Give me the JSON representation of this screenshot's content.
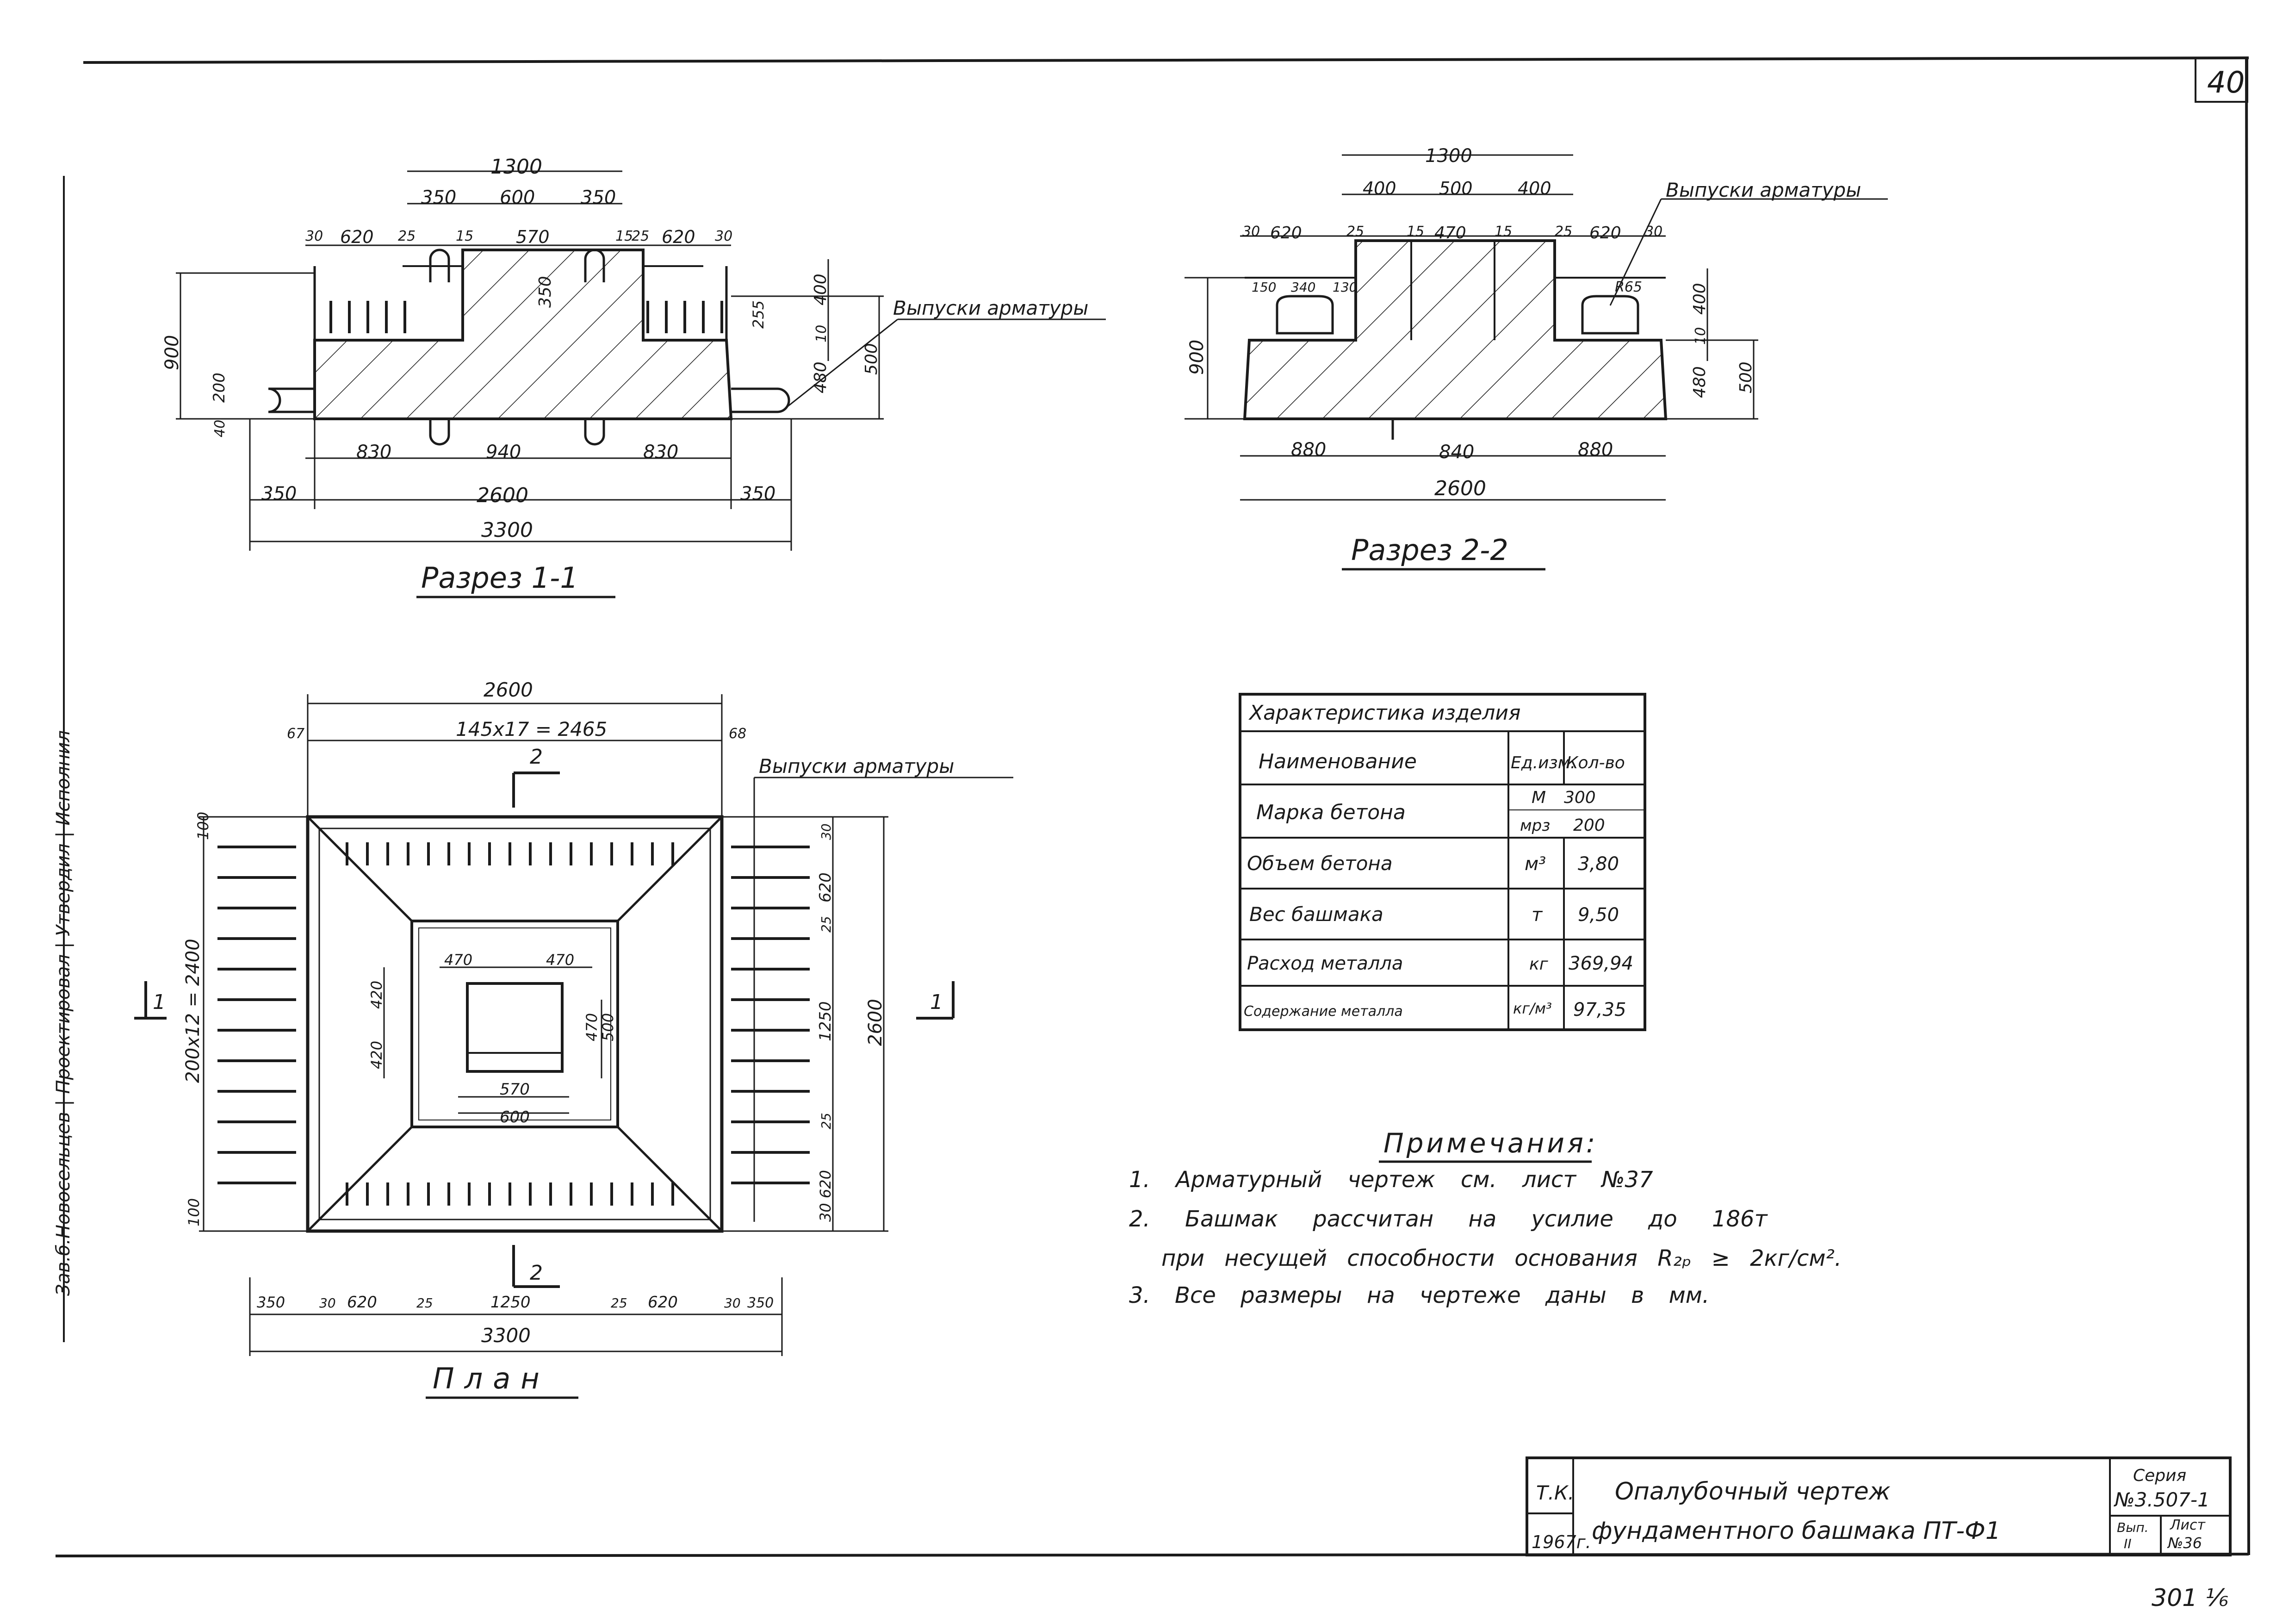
{
  "sheet": {
    "page_number": "40",
    "bottom_mark": "301 ⅟₆",
    "side_stamp": "Зав.б.Новосельцев | Проектировал | Утвердил | Исполнил"
  },
  "section_1_1": {
    "title": "Разрез 1-1",
    "label_rebar": "Выпуски арматуры",
    "top_total": "1300",
    "top_parts": [
      "350",
      "600",
      "350"
    ],
    "upper_row": [
      "30",
      "620",
      "25",
      "15",
      "570",
      "15",
      "25",
      "620",
      "30"
    ],
    "dim_left_height": "900",
    "dim_left_small": "200",
    "dim_left_bottom": "40",
    "inner_step": "350",
    "right_dims": [
      "10",
      "400",
      "480",
      "500",
      "255"
    ],
    "bottom_parts": [
      "830",
      "940",
      "830"
    ],
    "bottom_mid": [
      "350",
      "2600",
      "350"
    ],
    "bottom_total": "3300"
  },
  "section_2_2": {
    "title": "Разрез 2-2",
    "label_rebar": "Выпуски арматуры",
    "top_total": "1300",
    "top_parts": [
      "400",
      "500",
      "400"
    ],
    "upper_row": [
      "30",
      "620",
      "25",
      "15",
      "470",
      "15",
      "25",
      "620",
      "30"
    ],
    "lower_row": [
      "150",
      "340",
      "130"
    ],
    "rad_label": "R65",
    "dim_left_height": "900",
    "right_dims": [
      "10",
      "400",
      "480",
      "500"
    ],
    "bottom_parts": [
      "880",
      "840",
      "880"
    ],
    "bottom_total": "2600"
  },
  "plan": {
    "title": "План",
    "label_rebar": "Выпуски арматуры",
    "top_total": "2600",
    "top_step": "145x17 = 2465",
    "side_left_small": "67",
    "side_right_small": "68",
    "section_marker_top": "2",
    "section_marker_bottom": "2",
    "section_marker_left": "1",
    "section_marker_right": "1",
    "left_total": "200x12 = 2400",
    "left_top": "100",
    "left_bottom": "100",
    "right_parts": [
      "30",
      "620",
      "25",
      "1250",
      "25",
      "30 620"
    ],
    "right_total": "2600",
    "inner_top": [
      "470",
      "470"
    ],
    "inner_left": [
      "420",
      "420"
    ],
    "inner_right": [
      "470",
      "500"
    ],
    "inner_bottom_1": "570",
    "inner_bottom_2": "600",
    "bottom_row": [
      "350",
      "30",
      "620",
      "25",
      "1250",
      "25",
      "620",
      "30",
      "350"
    ],
    "bottom_total": "3300"
  },
  "spec_table": {
    "title": "Характеристика изделия",
    "headers": [
      "Наименование",
      "Ед.изм.",
      "Кол-во"
    ],
    "rows": [
      {
        "name": "Марка бетона",
        "unit_a": "М",
        "val_a": "300",
        "unit_b": "мрз",
        "val_b": "200"
      },
      {
        "name": "Объем бетона",
        "unit": "м³",
        "value": "3,80"
      },
      {
        "name": "Вес башмака",
        "unit": "т",
        "value": "9,50"
      },
      {
        "name": "Расход металла",
        "unit": "кг",
        "value": "369,94"
      },
      {
        "name": "Содержание металла",
        "unit": "кг/м³",
        "value": "97,35"
      }
    ]
  },
  "notes": {
    "title": "Примечания:",
    "items": [
      "1. Арматурный  чертеж  см.  лист №37",
      "2. Башмак  рассчитан  на  усилие до 186т",
      "при  несущей  способности  основания R₂ₚ ≥ 2кг/см².",
      "3. Все  размеры  на  чертеже  даны  в  мм."
    ]
  },
  "title_block": {
    "org": "Т.К.",
    "year": "1967г.",
    "title_line1": "Опалубочный    чертеж",
    "title_line2": "фундаментного   башмака  ПТ-Ф1",
    "series_label": "Серия",
    "series_value": "№3.507-1",
    "issue_label": "Вып.",
    "issue_value": "II",
    "sheet_label": "Лист",
    "sheet_value": "№36"
  }
}
